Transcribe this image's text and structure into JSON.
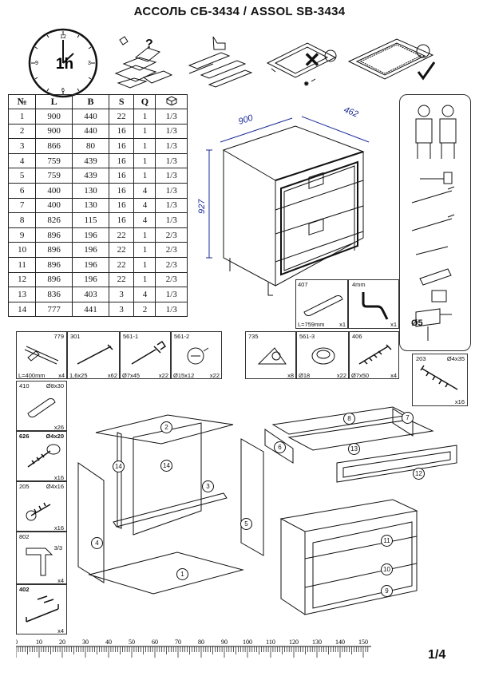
{
  "title": "АССОЛЬ СБ-3434 / ASSOL SB-3434",
  "clock": {
    "time": "1h",
    "marks": [
      "12",
      "3",
      "6",
      "9"
    ]
  },
  "table": {
    "headers": [
      "№",
      "L",
      "B",
      "S",
      "Q",
      ""
    ],
    "rows": [
      [
        "1",
        "900",
        "440",
        "22",
        "1",
        "1/3"
      ],
      [
        "2",
        "900",
        "440",
        "16",
        "1",
        "1/3"
      ],
      [
        "3",
        "866",
        "80",
        "16",
        "1",
        "1/3"
      ],
      [
        "4",
        "759",
        "439",
        "16",
        "1",
        "1/3"
      ],
      [
        "5",
        "759",
        "439",
        "16",
        "1",
        "1/3"
      ],
      [
        "6",
        "400",
        "130",
        "16",
        "4",
        "1/3"
      ],
      [
        "7",
        "400",
        "130",
        "16",
        "4",
        "1/3"
      ],
      [
        "8",
        "826",
        "115",
        "16",
        "4",
        "1/3"
      ],
      [
        "9",
        "896",
        "196",
        "22",
        "1",
        "2/3"
      ],
      [
        "10",
        "896",
        "196",
        "22",
        "1",
        "2/3"
      ],
      [
        "11",
        "896",
        "196",
        "22",
        "1",
        "2/3"
      ],
      [
        "12",
        "896",
        "196",
        "22",
        "1",
        "2/3"
      ],
      [
        "13",
        "836",
        "403",
        "3",
        "4",
        "1/3"
      ],
      [
        "14",
        "777",
        "441",
        "3",
        "2",
        "1/3"
      ]
    ]
  },
  "dimensions": {
    "width": "900",
    "depth": "462",
    "height": "927"
  },
  "fittings_top": [
    {
      "code": "407",
      "qty": "x1",
      "note": "L=759mm"
    },
    {
      "code": "",
      "qty": "x1",
      "note": "4mm"
    }
  ],
  "fittings_row": [
    {
      "code": "779",
      "qty": "x4",
      "note": "L=400mm"
    },
    {
      "code": "301",
      "qty": "x62",
      "note": "1,6x25"
    },
    {
      "code": "561-1",
      "qty": "x22",
      "note": "Ø7x45"
    },
    {
      "code": "561-2",
      "qty": "x22",
      "note": "Ø15x12"
    },
    {
      "code": "735",
      "qty": "x8",
      "note": ""
    },
    {
      "code": "561-3",
      "qty": "x22",
      "note": "Ø18"
    },
    {
      "code": "406",
      "qty": "x4",
      "note": "Ø7x50"
    }
  ],
  "fitting_203": {
    "code": "203",
    "qty": "x16",
    "note": "Ø4x35"
  },
  "fittings_left": [
    {
      "code": "410",
      "qty": "x26",
      "note": "Ø8x30"
    },
    {
      "code": "626",
      "qty": "x16",
      "note": "Ø4x20"
    },
    {
      "code": "205",
      "qty": "x16",
      "note": "Ø4x16"
    },
    {
      "code": "802",
      "qty": "x4",
      "note": "3/3"
    },
    {
      "code": "402",
      "qty": "x4",
      "note": ""
    }
  ],
  "tool_label": "Ø5",
  "part_labels": [
    "1",
    "2",
    "3",
    "4",
    "5",
    "6",
    "7",
    "8",
    "9",
    "10",
    "11",
    "12",
    "13",
    "14",
    "14"
  ],
  "ruler": {
    "labels": [
      "0",
      "10",
      "20",
      "30",
      "40",
      "50",
      "60",
      "70",
      "80",
      "90",
      "100",
      "110",
      "120",
      "130",
      "140",
      "150"
    ]
  },
  "page": "1/4"
}
